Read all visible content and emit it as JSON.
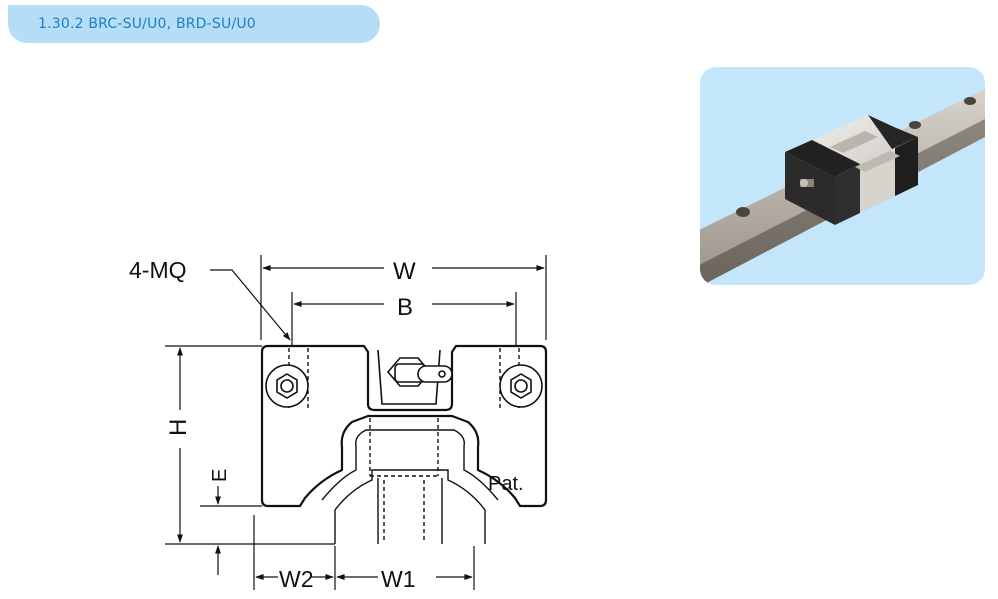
{
  "header": {
    "title": "1.30.2 BRC-SU/U0, BRD-SU/U0"
  },
  "drawing": {
    "labels": {
      "mounting_holes": "4-MQ",
      "width": "W",
      "hole_span": "B",
      "height": "H",
      "rail_clearance": "E",
      "side_width": "W2",
      "rail_width": "W1",
      "patent_mark": "Pat."
    }
  },
  "photo": {
    "subject": "linear guide block on rail"
  },
  "colors": {
    "tab_bg": "#b5ddf5",
    "tab_text": "#1a7fc8",
    "photo_bg": "#c4e6fa"
  }
}
